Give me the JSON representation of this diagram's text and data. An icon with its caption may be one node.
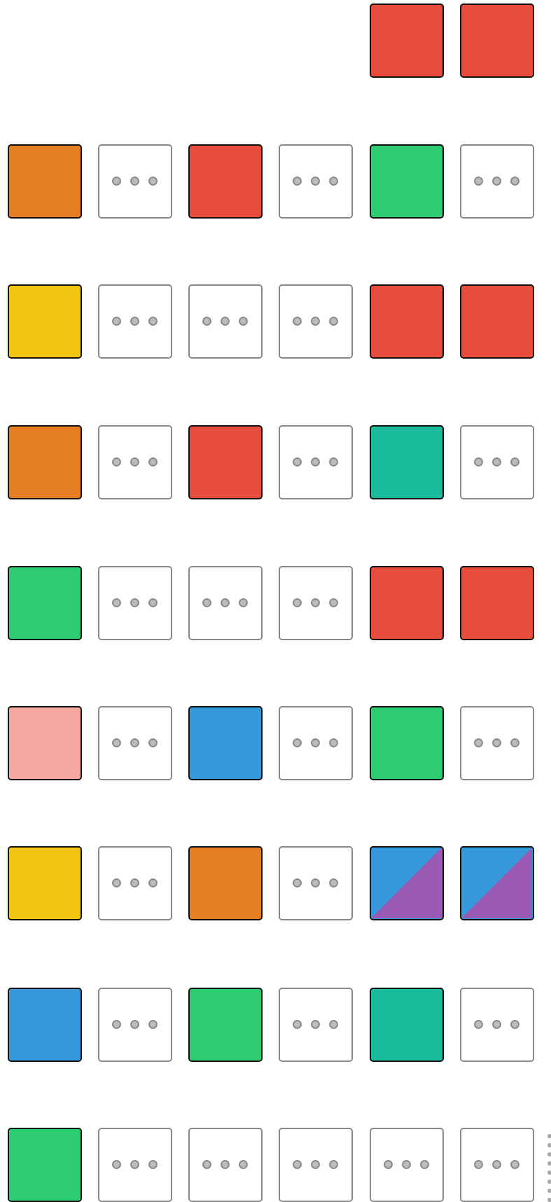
{
  "diagram": {
    "nodes": [
      {
        "text": [],
        "shape": "box"
      },
      {
        "text": [],
        "shape": "box"
      },
      {
        "text": [],
        "shape": "box"
      },
      {
        "text": [],
        "shape": "box"
      },
      {
        "text": [],
        "shape": "box"
      },
      {
        "text": [],
        "shape": "box"
      },
      {
        "text": [],
        "shape": "box"
      },
      {
        "text": [],
        "shape": "box"
      },
      {
        "text": [],
        "shape": "box"
      },
      {
        "text": [],
        "shape": "box"
      },
      {
        "text": [],
        "shape": "box"
      },
      {
        "text": [],
        "shape": "box"
      },
      {
        "text": [],
        "shape": "box"
      },
      {
        "text": [],
        "shape": "box"
      },
      {
        "text": [],
        "shape": "box"
      },
      {
        "text": [],
        "shape": "box"
      },
      {
        "text": [],
        "shape": "box"
      },
      {
        "text": [],
        "shape": "box"
      },
      {
        "text": [],
        "shape": "box"
      },
      {
        "text": [],
        "shape": "box"
      },
      {
        "text": [],
        "shape": "box"
      },
      {
        "text": [],
        "shape": "box"
      },
      {
        "text": [],
        "shape": "box"
      },
      {
        "text": [],
        "shape": "box"
      },
      {
        "text": [],
        "shape": "box"
      },
      {
        "text": [],
        "shape": "box"
      },
      {
        "text": [],
        "shape": "box"
      },
      {
        "text": [],
        "shape": "box"
      },
      {
        "text": [],
        "shape": "box"
      },
      {
        "text": [],
        "shape": "box"
      },
      {
        "text": [],
        "shape": "box"
      },
      {
        "text": [],
        "shape": "box"
      },
      {
        "text": [],
        "shape": "box"
      },
      {
        "text": [],
        "shape": "box"
      },
      {
        "text": [],
        "shape": "box"
      },
      {
        "text": [],
        "shape": "box"
      },
      {
        "text": [],
        "shape": "box"
      },
      {
        "text": [],
        "shape": "box"
      },
      {
        "text": [],
        "shape": "box"
      },
      {
        "text": [],
        "shape": "box"
      },
      {
        "text": [],
        "shape": "box"
      },
      {
        "text": [],
        "shape": "box"
      },
      {
        "text": [],
        "shape": "box"
      },
      {
        "text": [],
        "shape": "box"
      },
      {
        "text": [],
        "shape": "box"
      },
      {
        "text": [],
        "shape": "box"
      },
      {
        "text": [],
        "shape": "box"
      },
      {
        "text": [],
        "shape": "box"
      },
      {
        "text": [],
        "shape": "box"
      },
      {
        "text": [],
        "shape": "box"
      }
    ]
  }
}
